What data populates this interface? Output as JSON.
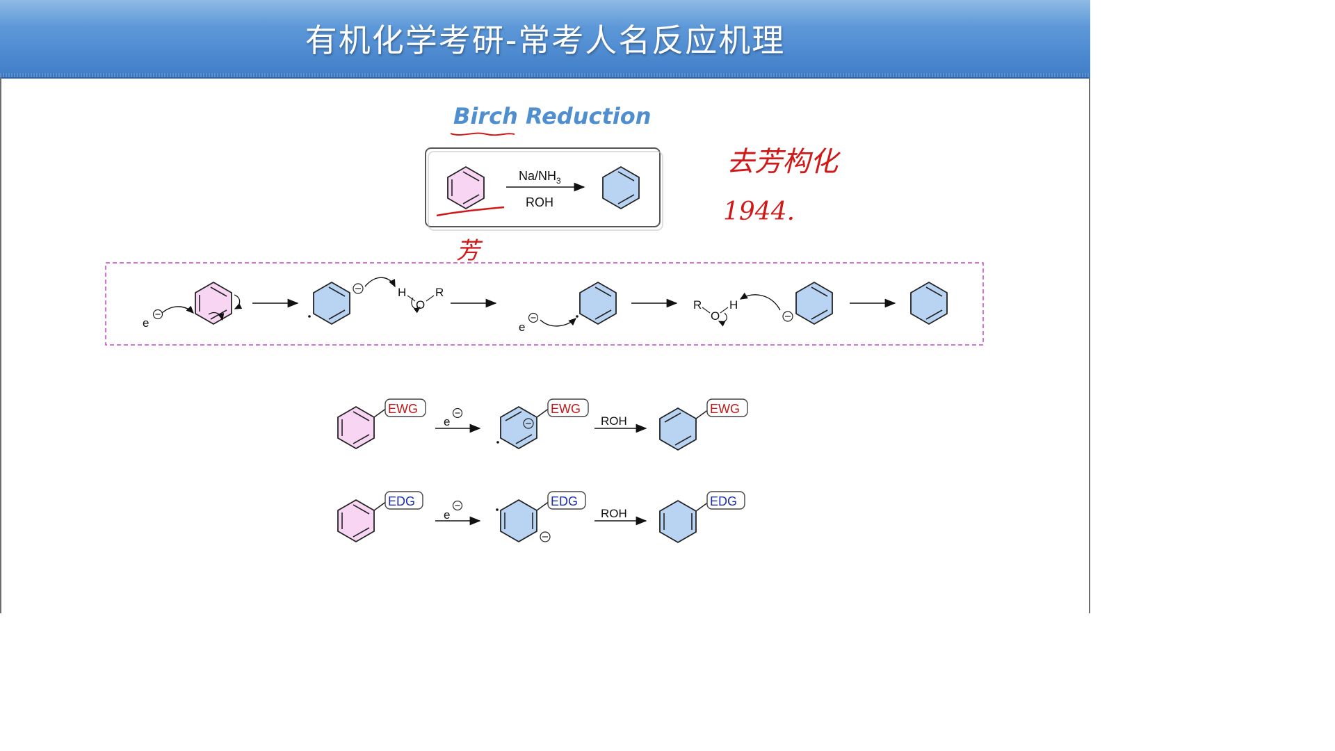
{
  "header": {
    "title": "有机化学考研-常考人名反应机理"
  },
  "main_title": "Birch Reduction",
  "overview": {
    "reagent_top": "Na/NH",
    "reagent_top_sub": "3",
    "reagent_bottom": "ROH"
  },
  "mechanism": {
    "electron": "e",
    "water_h": "H",
    "water_o": "O",
    "water_r": "R"
  },
  "substituents": {
    "ewg": "EWG",
    "edg": "EDG",
    "electron": "e",
    "proton_source": "ROH"
  },
  "handwritten": {
    "note_label": "去芳构化",
    "year": "1944.",
    "under_benzene": "芳"
  },
  "colors": {
    "header_blue": "#3f7dc8",
    "title_blue": "#4f8fd0",
    "pink_fill": "#f7d5f3",
    "blue_fill": "#b9d3f2",
    "ewg_red": "#c01818",
    "edg_blue": "#1a2fb0",
    "annotation_red": "#d01818",
    "dashed_magenta": "#cc44cc"
  }
}
